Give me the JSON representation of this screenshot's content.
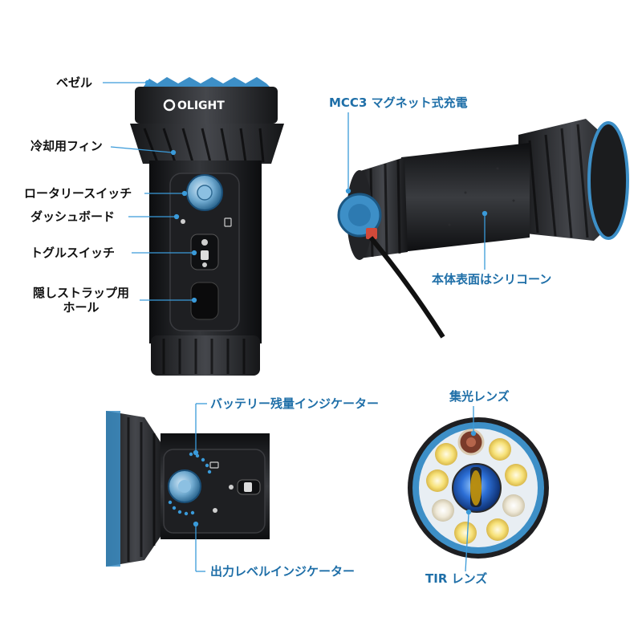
{
  "colors": {
    "label_dark": "#111111",
    "label_blue": "#1f6fa8",
    "accent_blue": "#3a9ad9",
    "body_black": "#1b1c1e"
  },
  "brand": "OLIGHT",
  "panel_top_left": {
    "labels": {
      "bezel": "ベゼル",
      "cooling_fins": "冷却用フィン",
      "rotary_switch": "ロータリースイッチ",
      "dashboard": "ダッシュボード",
      "toggle_switch": "トグルスイッチ",
      "strap_hole_line1": "隠しストラップ用",
      "strap_hole_line2": "ホール"
    }
  },
  "panel_top_right": {
    "labels": {
      "magnetic_charging": "MCC3 マグネット式充電",
      "silicone_body": "本体表面はシリコーン"
    }
  },
  "panel_bottom_left": {
    "labels": {
      "battery_indicator": "バッテリー残量インジケーター",
      "output_indicator": "出力レベルインジケーター"
    }
  },
  "panel_bottom_right": {
    "labels": {
      "condenser_lens": "集光レンズ",
      "tir_lens": "TIR レンズ"
    }
  }
}
